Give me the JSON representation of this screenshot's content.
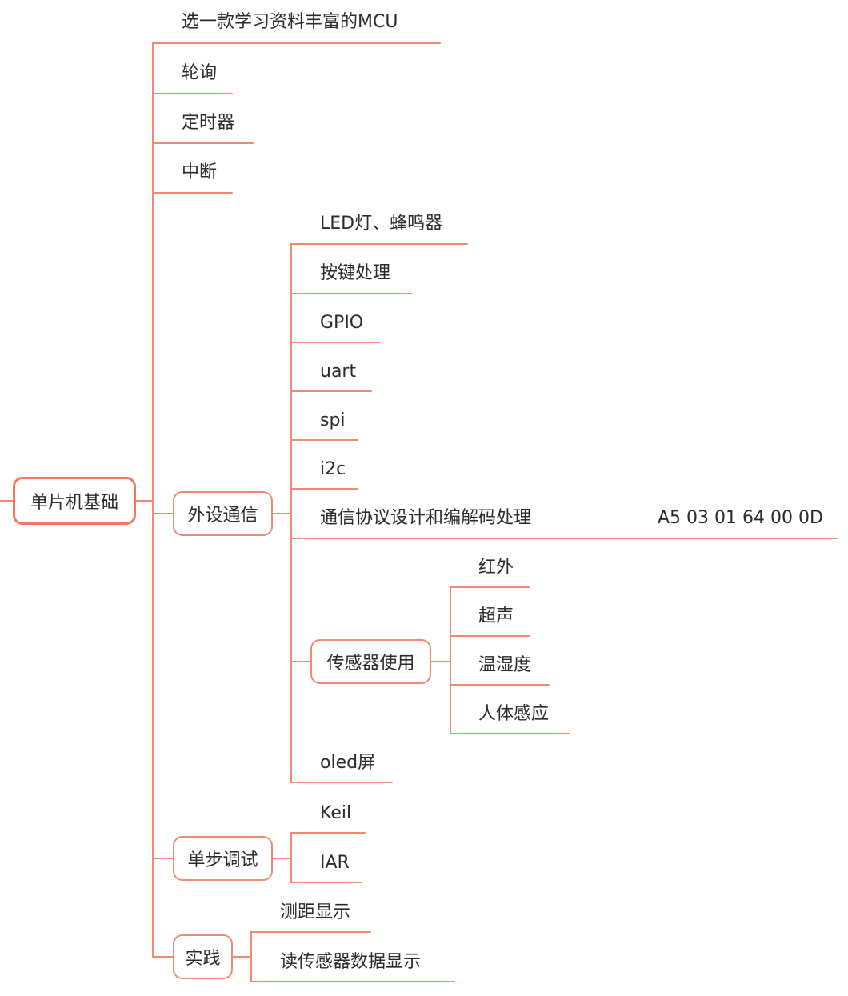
{
  "root": {
    "label": "单片机基础"
  },
  "branches": {
    "mcu": "选一款学习资料丰富的MCU",
    "polling": "轮询",
    "timer": "定时器",
    "interrupt": "中断",
    "peripheral": {
      "label": "外设通信",
      "led": "LED灯、蜂鸣器",
      "key": "按键处理",
      "gpio": "GPIO",
      "uart": "uart",
      "spi": "spi",
      "i2c": "i2c",
      "protocol": "通信协议设计和编解码处理",
      "protocol_example": "A5 03 01 64 00 0D",
      "sensor": {
        "label": "传感器使用",
        "infrared": "红外",
        "ultrasonic": "超声",
        "humidity": "温湿度",
        "pir": "人体感应"
      },
      "oled": "oled屏"
    },
    "debug": {
      "label": "单步调试",
      "keil": "Keil",
      "iar": "IAR"
    },
    "practice": {
      "label": "实践",
      "ranging": "测距显示",
      "sensor_display": "读传感器数据显示"
    }
  }
}
